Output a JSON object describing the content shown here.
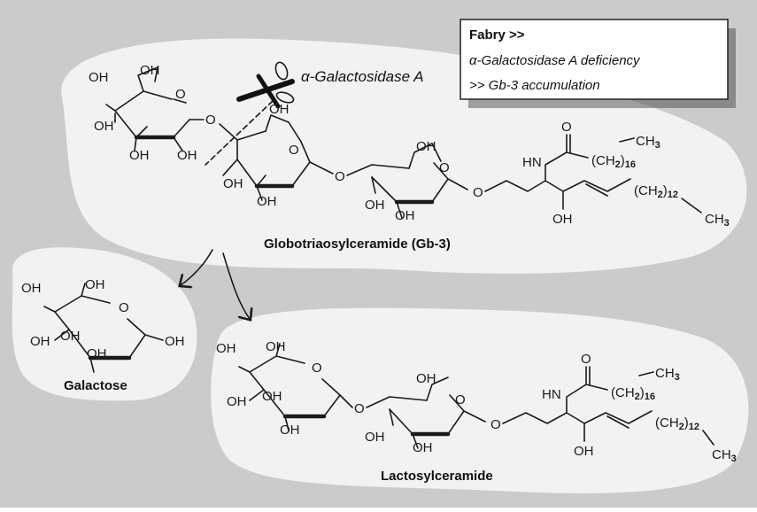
{
  "info_box": {
    "line1": "Fabry >>",
    "line2": "α-Galactosidase A deficiency",
    "line3": ">> Gb-3 accumulation"
  },
  "enzyme_label": "α-Galactosidase A",
  "molecules": {
    "gb3": "Globotriaosylceramide (Gb-3)",
    "galactose": "Galactose",
    "lactosylceramide": "Lactosylceramide"
  },
  "atoms": {
    "oh": "OH",
    "o": "O",
    "hn": "HN",
    "ch3": "CH",
    "ch2": "(CH",
    "ch2_close": ")",
    "sub2": "2",
    "sub3": "3",
    "n16": "16",
    "n12": "12"
  },
  "colors": {
    "background": "#cbcbcb",
    "blob": "#f2f2f2",
    "ink": "#1a1a1a"
  }
}
